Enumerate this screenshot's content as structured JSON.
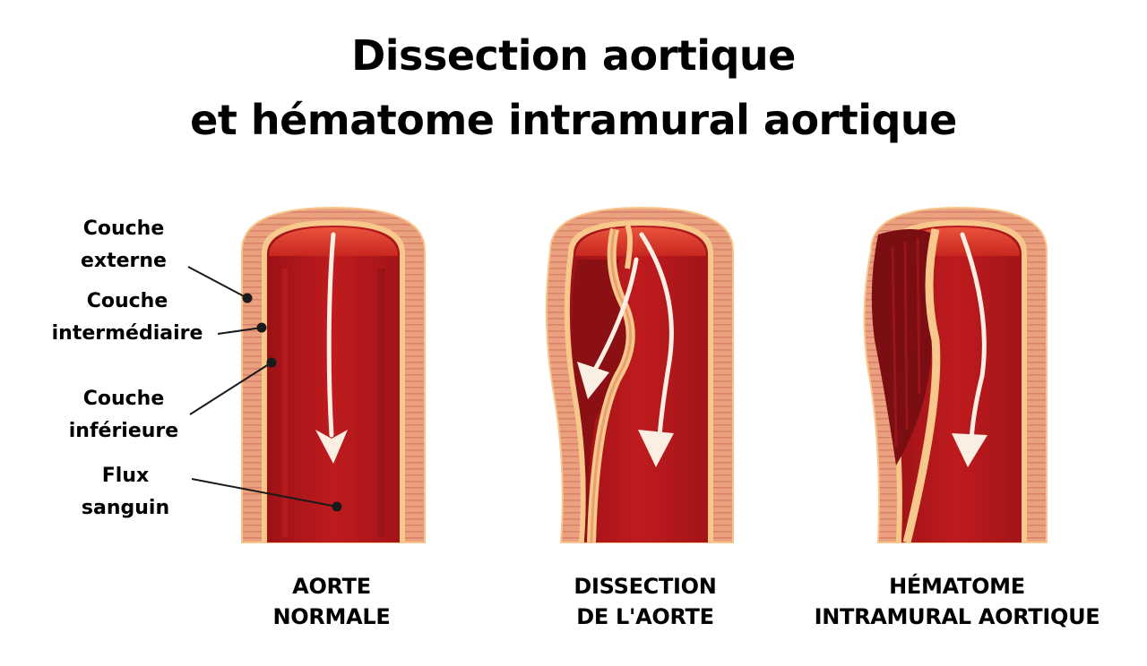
{
  "title": {
    "line1": "Dissection aortique",
    "line2": "et hématome intramural aortique"
  },
  "labels": {
    "outer": [
      "Couche",
      "externe"
    ],
    "middle": [
      "Couche",
      "intermédiaire"
    ],
    "inner": [
      "Couche",
      "inférieure"
    ],
    "flow": [
      "Flux",
      "sanguin"
    ]
  },
  "captions": {
    "normal": [
      "AORTE",
      "NORMALE"
    ],
    "dissection": [
      "DISSECTION",
      "DE L'AORTE"
    ],
    "hematoma": [
      "HÉMATOME",
      "INTRAMURAL AORTIQUE"
    ]
  },
  "colors": {
    "blood": "#b5171b",
    "blood_dark": "#8a1014",
    "blood_top": "#e0402e",
    "wall": "#eba17f",
    "wall_stripe": "#d98369",
    "inner_layer": "#f7c78b",
    "arrow": "#fbeee3"
  }
}
